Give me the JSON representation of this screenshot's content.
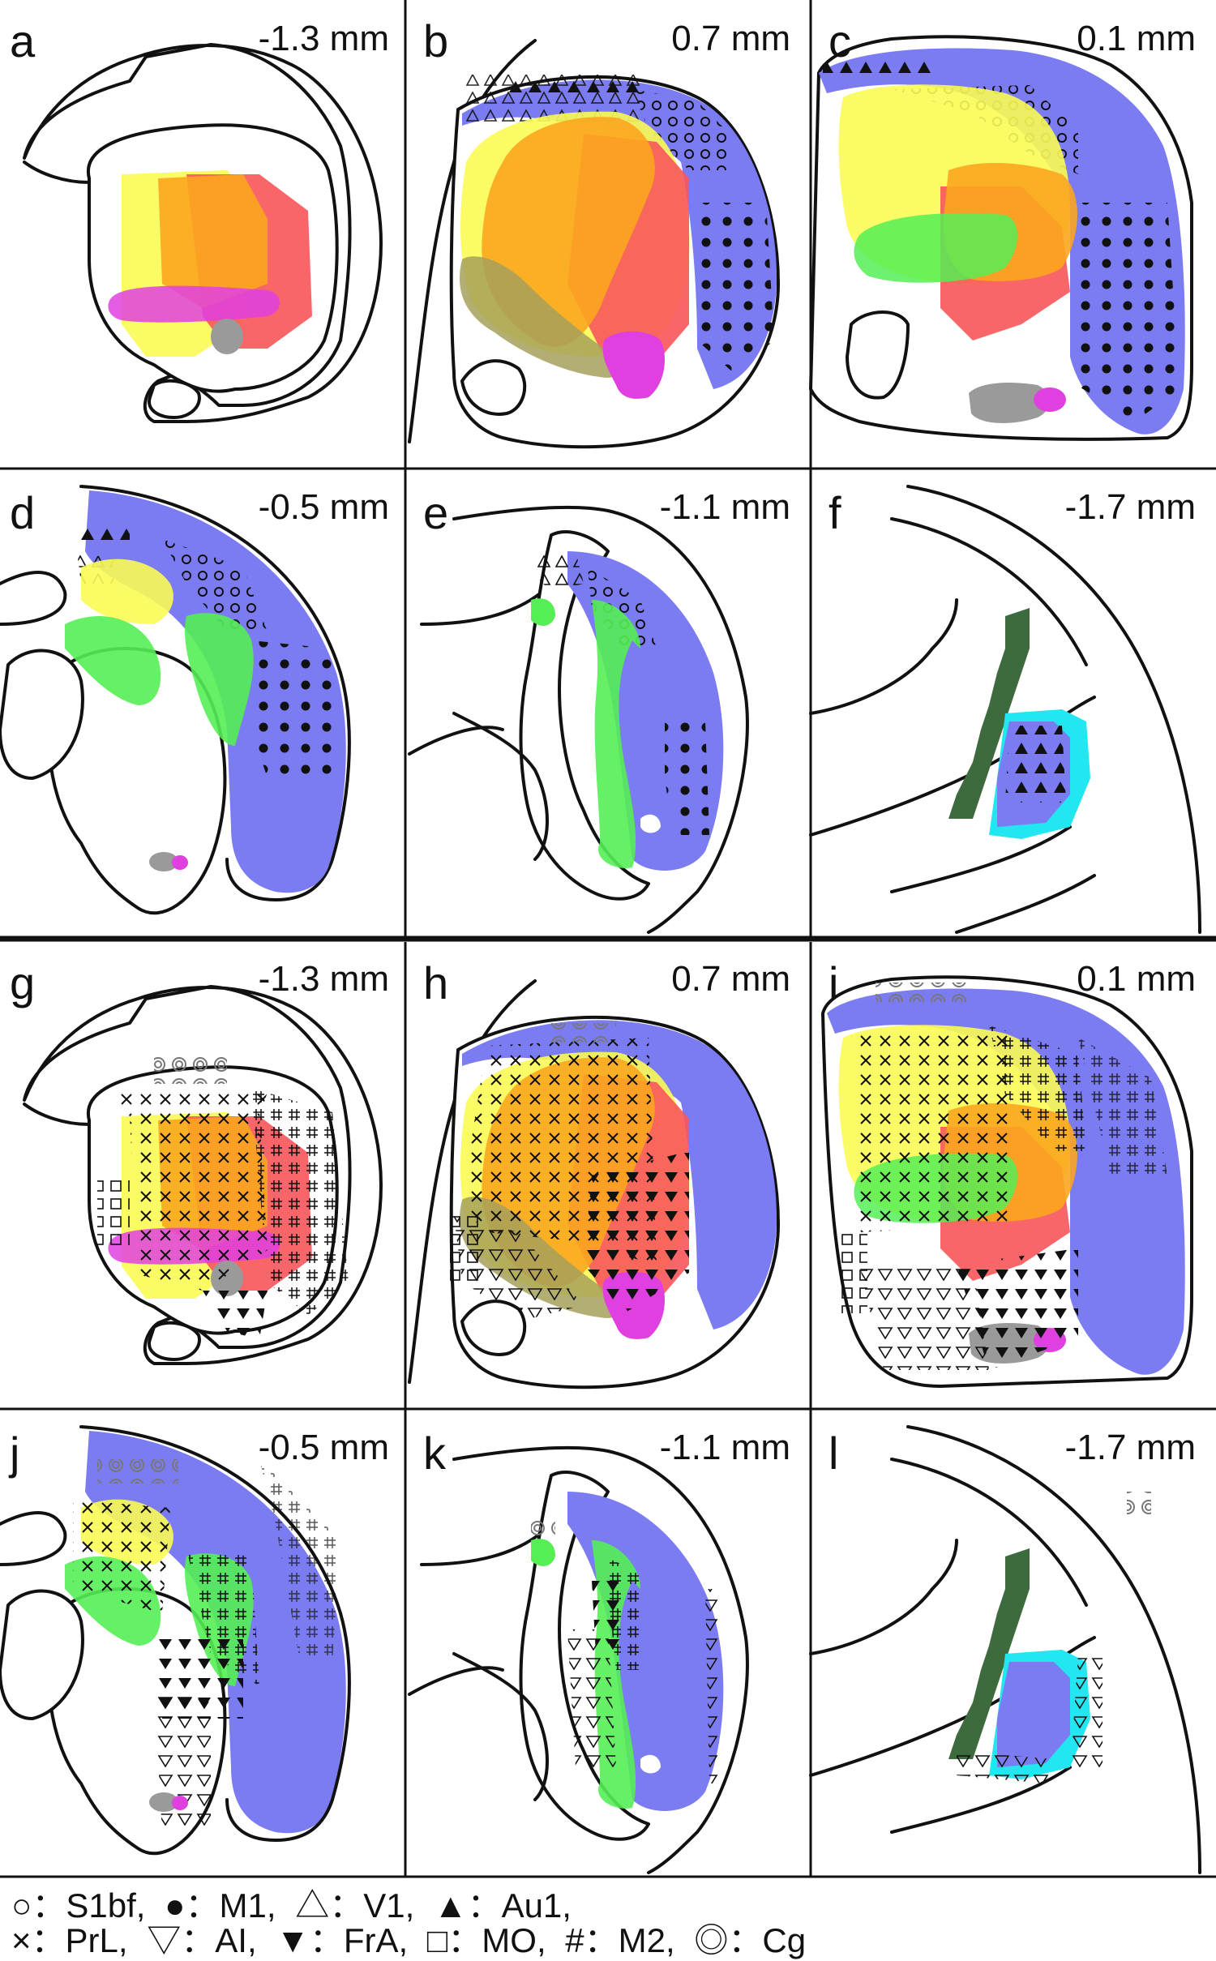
{
  "colors": {
    "s1_blue": "#7b7bf2",
    "yellow": "#fbfb55",
    "orange": "#fba61e",
    "red": "#f8555a",
    "magenta": "#e040e0",
    "gray": "#9a9a9a",
    "olive": "#a6a05a",
    "green": "#55ee55",
    "dark_green": "#3d6b3d",
    "cyan": "#22e6f0",
    "ink": "#111111"
  },
  "panels": [
    {
      "letter": "a",
      "depth": "-1.3 mm"
    },
    {
      "letter": "b",
      "depth": "0.7 mm"
    },
    {
      "letter": "c",
      "depth": "0.1 mm"
    },
    {
      "letter": "d",
      "depth": "-0.5 mm"
    },
    {
      "letter": "e",
      "depth": "-1.1 mm"
    },
    {
      "letter": "f",
      "depth": "-1.7 mm"
    },
    {
      "letter": "g",
      "depth": "-1.3 mm"
    },
    {
      "letter": "h",
      "depth": "0.7 mm"
    },
    {
      "letter": "i",
      "depth": "0.1 mm"
    },
    {
      "letter": "j",
      "depth": "-0.5 mm"
    },
    {
      "letter": "k",
      "depth": "-1.1 mm"
    },
    {
      "letter": "l",
      "depth": "-1.7 mm"
    }
  ],
  "legend": {
    "line1": [
      {
        "symbol": "○",
        "sep": "：",
        "label": "S1bf,"
      },
      {
        "symbol": "●",
        "sep": "：",
        "label": "M1,"
      },
      {
        "symbol": "△",
        "sep": "：",
        "label": "V1,"
      },
      {
        "symbol": "▲",
        "sep": "：",
        "label": "Au1,"
      }
    ],
    "line2": [
      {
        "symbol": "×",
        "sep": "：",
        "label": "PrL,"
      },
      {
        "symbol": "▽",
        "sep": "：",
        "label": "AI,"
      },
      {
        "symbol": "▼",
        "sep": "：",
        "label": "FrA,"
      },
      {
        "symbol": "□",
        "sep": "：",
        "label": "MO,"
      },
      {
        "symbol": "#",
        "sep": "：",
        "label": "M2,"
      },
      {
        "symbol": "◎",
        "sep": "：",
        "label": "Cg"
      }
    ]
  }
}
